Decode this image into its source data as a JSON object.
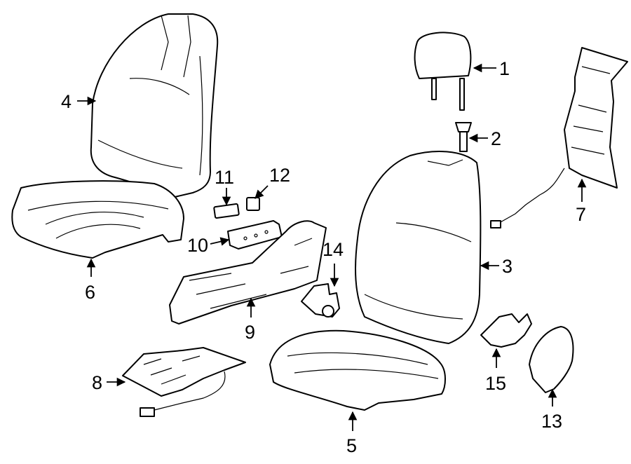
{
  "callouts": [
    {
      "id": "1",
      "label": "1",
      "part": "headrest"
    },
    {
      "id": "2",
      "label": "2",
      "part": "headrest-guide"
    },
    {
      "id": "3",
      "label": "3",
      "part": "seat-back-cushion"
    },
    {
      "id": "4",
      "label": "4",
      "part": "seat-back-cover"
    },
    {
      "id": "5",
      "label": "5",
      "part": "seat-cushion-pad"
    },
    {
      "id": "6",
      "label": "6",
      "part": "seat-cushion-cover"
    },
    {
      "id": "7",
      "label": "7",
      "part": "seat-back-heater"
    },
    {
      "id": "8",
      "label": "8",
      "part": "seat-cushion-heater"
    },
    {
      "id": "9",
      "label": "9",
      "part": "seat-side-trim"
    },
    {
      "id": "10",
      "label": "10",
      "part": "seat-switch"
    },
    {
      "id": "11",
      "label": "11",
      "part": "switch-knob"
    },
    {
      "id": "12",
      "label": "12",
      "part": "switch-knob-small"
    },
    {
      "id": "13",
      "label": "13",
      "part": "hinge-cover"
    },
    {
      "id": "14",
      "label": "14",
      "part": "recliner-cover"
    },
    {
      "id": "15",
      "label": "15",
      "part": "bracket"
    }
  ]
}
